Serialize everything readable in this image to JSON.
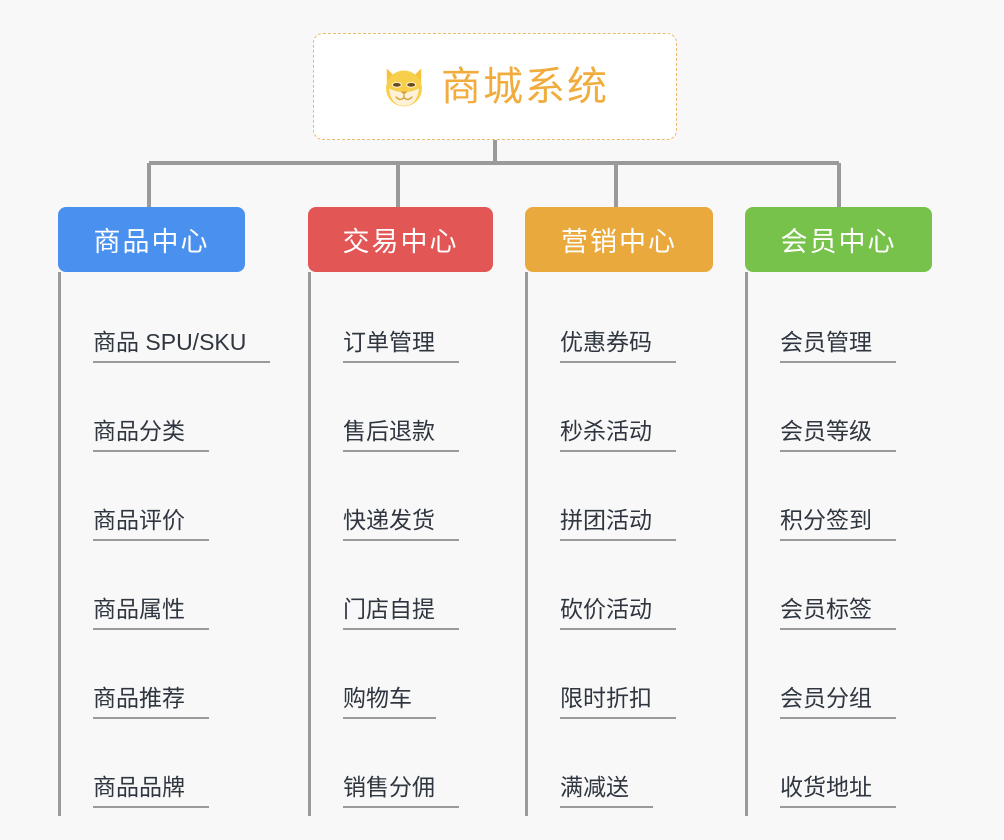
{
  "diagram": {
    "type": "mind-map",
    "background_color": "#f8f8f8",
    "root": {
      "title": "商城系统",
      "icon": "dog-face-icon",
      "text_color": "#f0ad3e",
      "border_color": "#e8b96a",
      "background_color": "#ffffff"
    },
    "connector_color": "#9a9a9a",
    "branches": [
      {
        "label": "商品中心",
        "color": "#4a90ee",
        "items": [
          "商品 SPU/SKU",
          "商品分类",
          "商品评价",
          "商品属性",
          "商品推荐",
          "商品品牌"
        ]
      },
      {
        "label": "交易中心",
        "color": "#e35656",
        "items": [
          "订单管理",
          "售后退款",
          "快递发货",
          "门店自提",
          "购物车",
          "销售分佣"
        ]
      },
      {
        "label": "营销中心",
        "color": "#eaa93c",
        "items": [
          "优惠券码",
          "秒杀活动",
          "拼团活动",
          "砍价活动",
          "限时折扣",
          "满减送"
        ]
      },
      {
        "label": "会员中心",
        "color": "#77c24a",
        "items": [
          "会员管理",
          "会员等级",
          "积分签到",
          "会员标签",
          "会员分组",
          "收货地址"
        ]
      }
    ]
  }
}
